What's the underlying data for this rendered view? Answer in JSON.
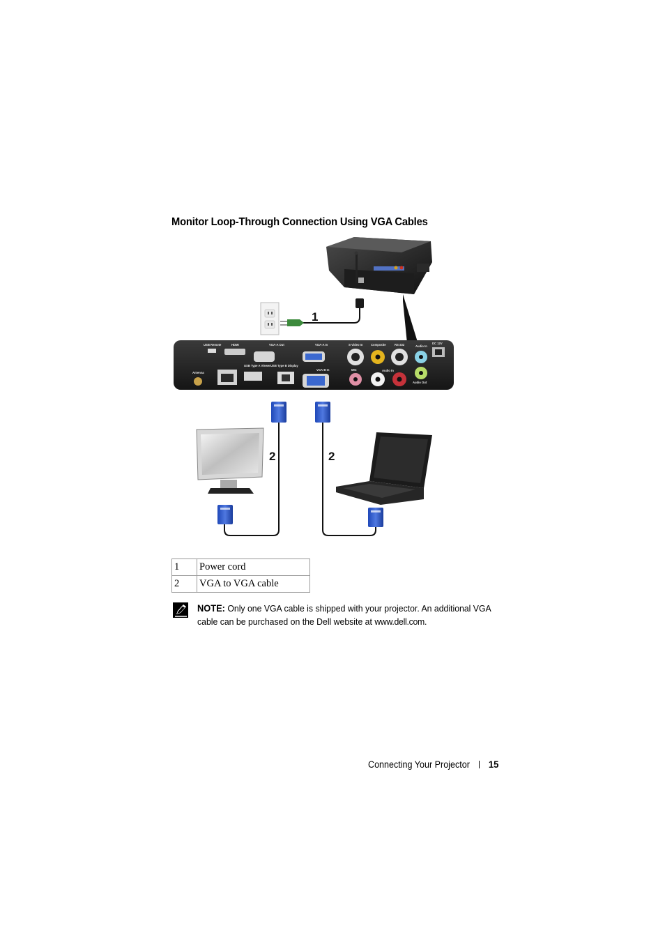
{
  "section_title": "Monitor Loop-Through Connection Using VGA Cables",
  "figure": {
    "callouts": [
      "1",
      "2",
      "2"
    ],
    "port_labels": {
      "usb_remote": "USB Remote",
      "hdmi": "HDMI",
      "vga_a_out": "VGA-A Out",
      "vga_a_in": "VGA-A In",
      "s_video_in": "S-Video In",
      "composite": "Composite",
      "rs232": "RS-232",
      "audio_in": "Audio In",
      "dc_12v": "DC 12V",
      "antenna": "Antenna",
      "usb_type_a": "USB Type A Viewer",
      "usb_type_b": "USB Type B Display",
      "vga_b_in": "VGA-B In",
      "mic": "MIC",
      "audio_in_2": "Audio In",
      "audio_out": "Audio Out"
    }
  },
  "legend": [
    {
      "num": "1",
      "desc": "Power cord"
    },
    {
      "num": "2",
      "desc": "VGA to VGA cable"
    }
  ],
  "note": {
    "label": "NOTE:",
    "text": "Only one VGA cable is shipped with your projector. An additional VGA cable can be purchased on the Dell website at",
    "url": "www.dell.com",
    "end": "."
  },
  "footer": {
    "chapter": "Connecting Your Projector",
    "page": "15"
  }
}
